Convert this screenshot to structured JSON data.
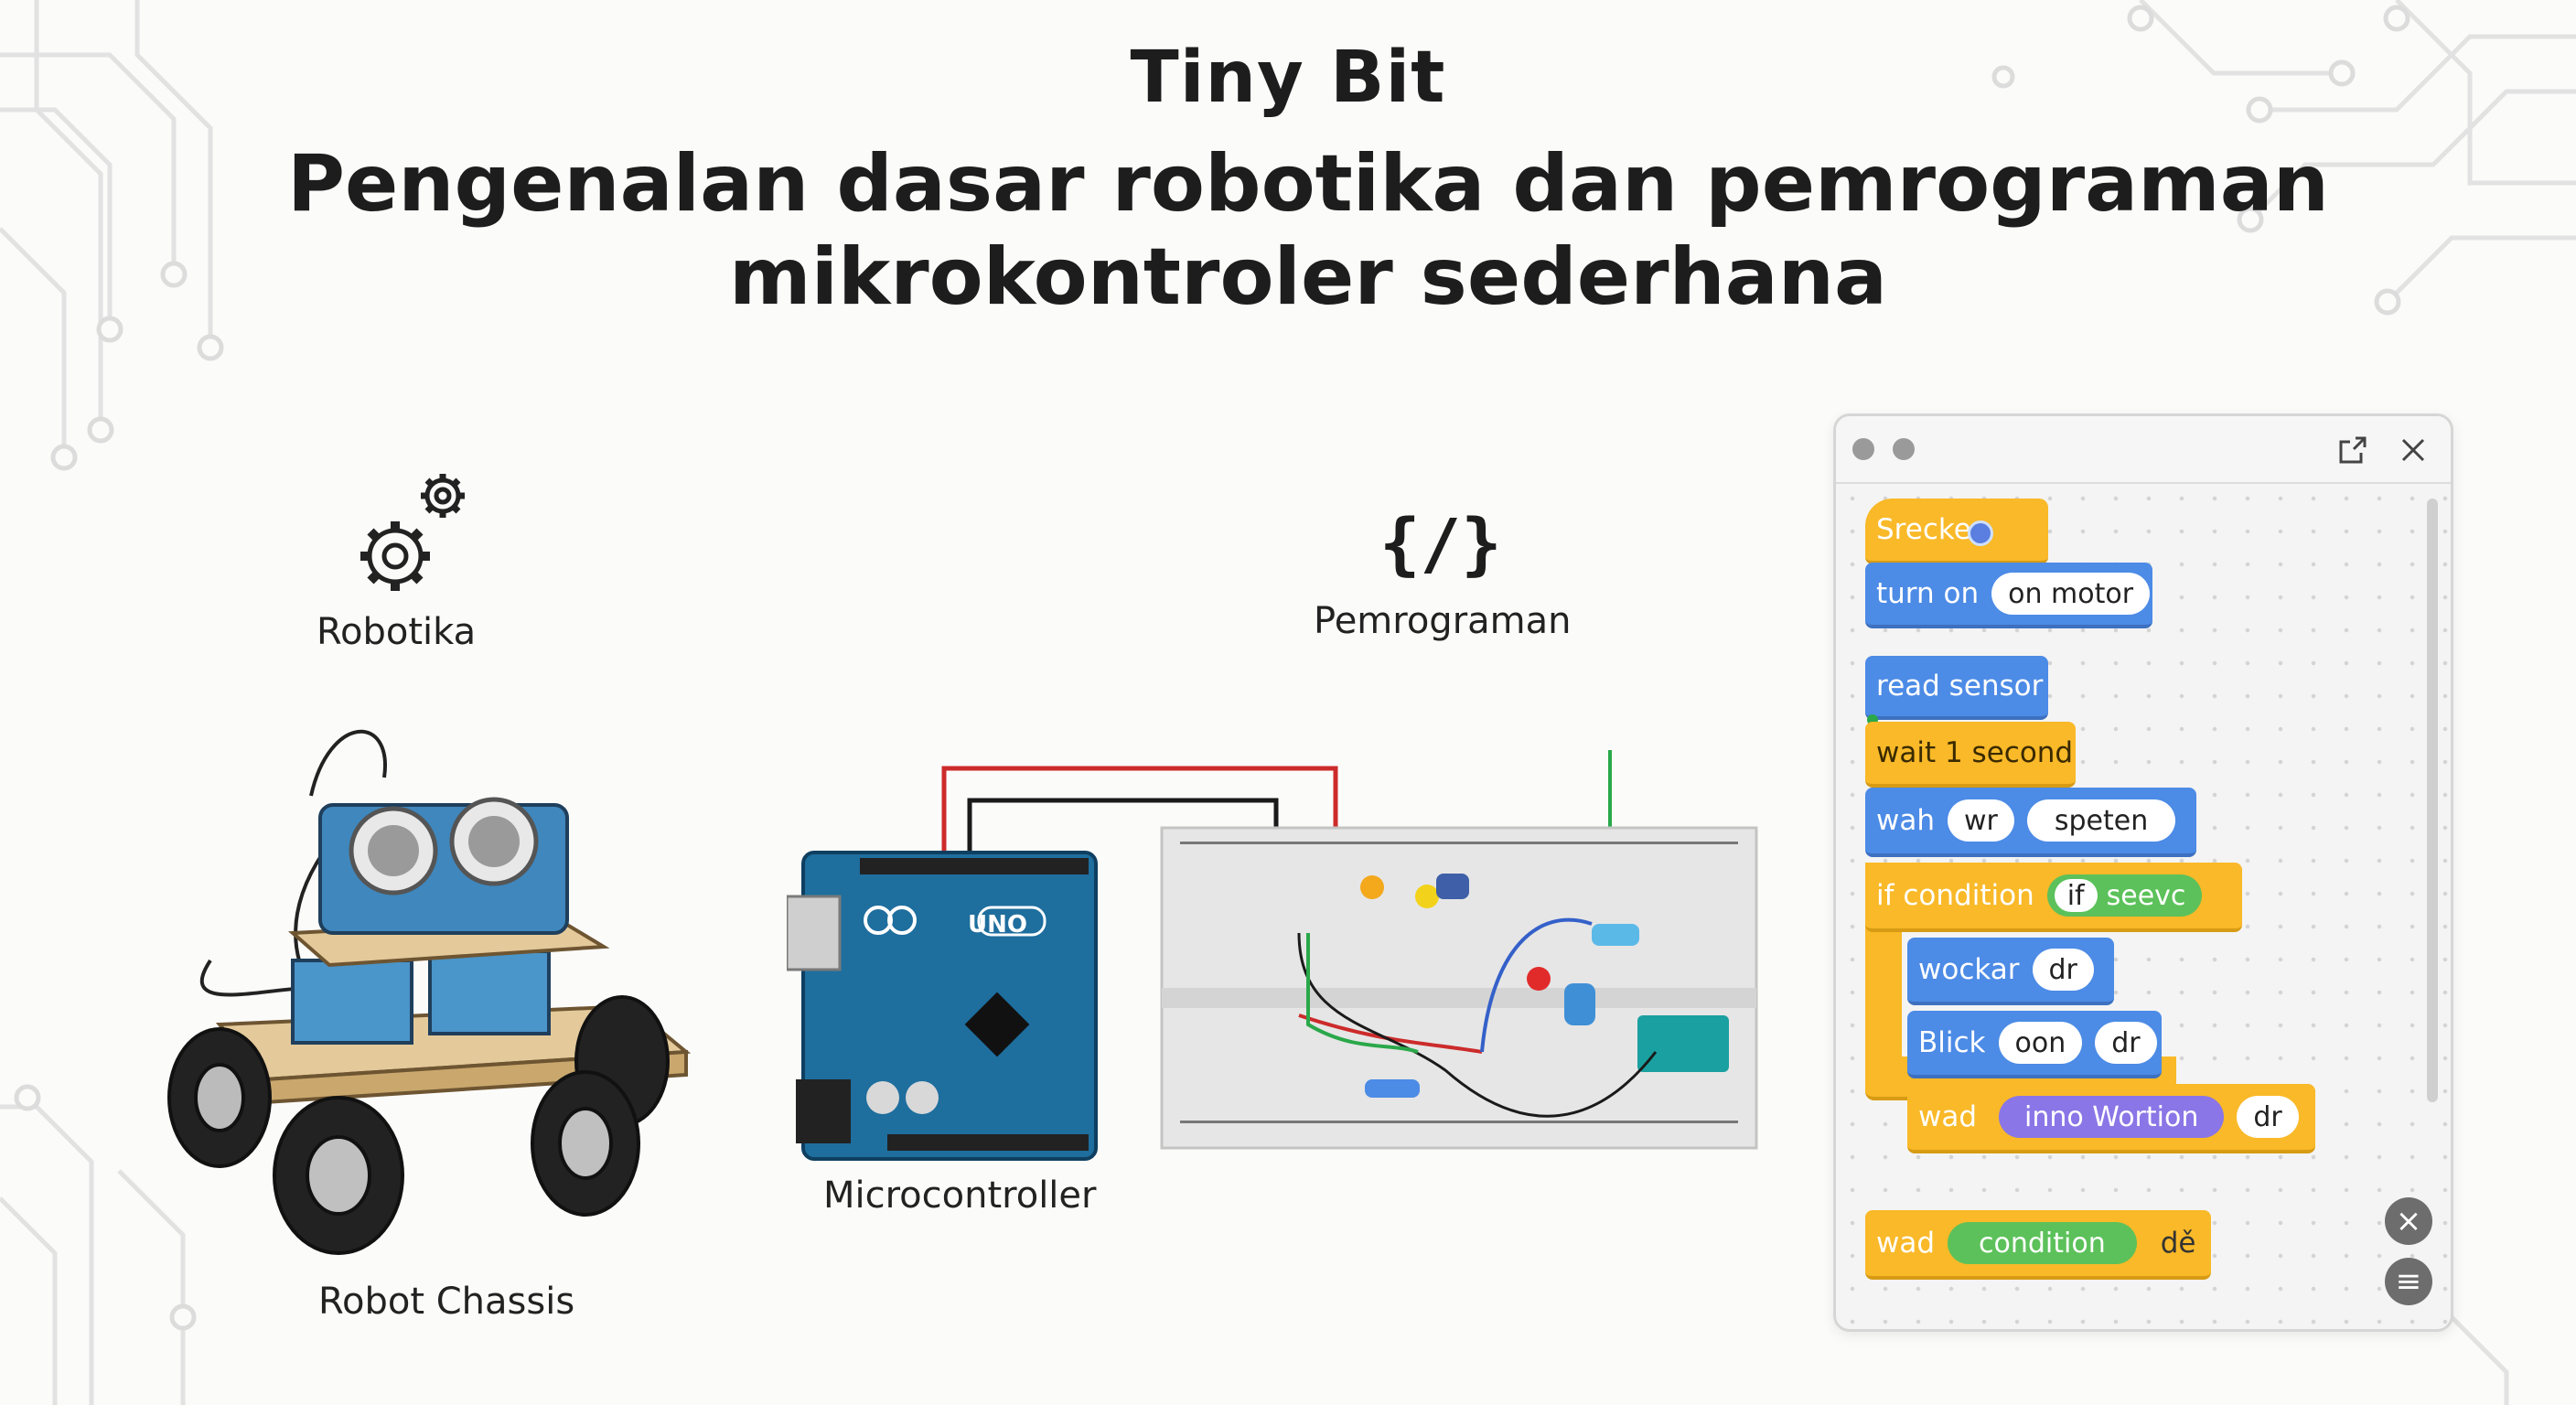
{
  "header": {
    "title": "Tiny Bit",
    "subtitle_line1": "Pengenalan dasar robotika dan pemrograman",
    "subtitle_line2": "mikrokontroler sederhana"
  },
  "sections": {
    "robotics_label": "Robotika",
    "programming_label": "Pemrograman",
    "programming_symbol": "{/}",
    "chassis_label": "Robot Chassis",
    "microcontroller_label": "Microcontroller",
    "board_logo_text": "UNO"
  },
  "icons": {
    "robotics": "gears-icon",
    "programming": "code-icon",
    "window_expand": "expand-icon",
    "window_close": "close-icon"
  },
  "editor": {
    "blocks": {
      "hat_label": "Srecke",
      "turn_on_label": "turn on",
      "turn_on_value": "on motor",
      "read_sensor_label": "read sensor",
      "wait_label": "wait 1 second",
      "wah_label": "wah",
      "wah_value1": "wr",
      "wah_value2": "speten",
      "if_label": "if condition",
      "if_value1": "if",
      "if_value2": "seevc",
      "wockar_label": "wockar",
      "wockar_value": "dr",
      "blick_label": "Blick",
      "blick_value1": "oon",
      "blick_value2": "dr",
      "wad_label": "wad",
      "wad_value1": "inno Wortion",
      "wad_value2": "dr",
      "wad2_label": "wad",
      "wad2_value": "condition",
      "wad2_trailing": "dě"
    },
    "controls": {
      "close_symbol": "×",
      "menu_symbol": "≡"
    }
  },
  "colors": {
    "block_blue": "#4c8be6",
    "block_orange": "#f9b928",
    "pill_green": "#5cc15a",
    "pill_purple": "#8a76e6",
    "board_blue": "#1e6e9e",
    "wire_red": "#cc2b2b",
    "wire_green": "#2aa84a"
  }
}
